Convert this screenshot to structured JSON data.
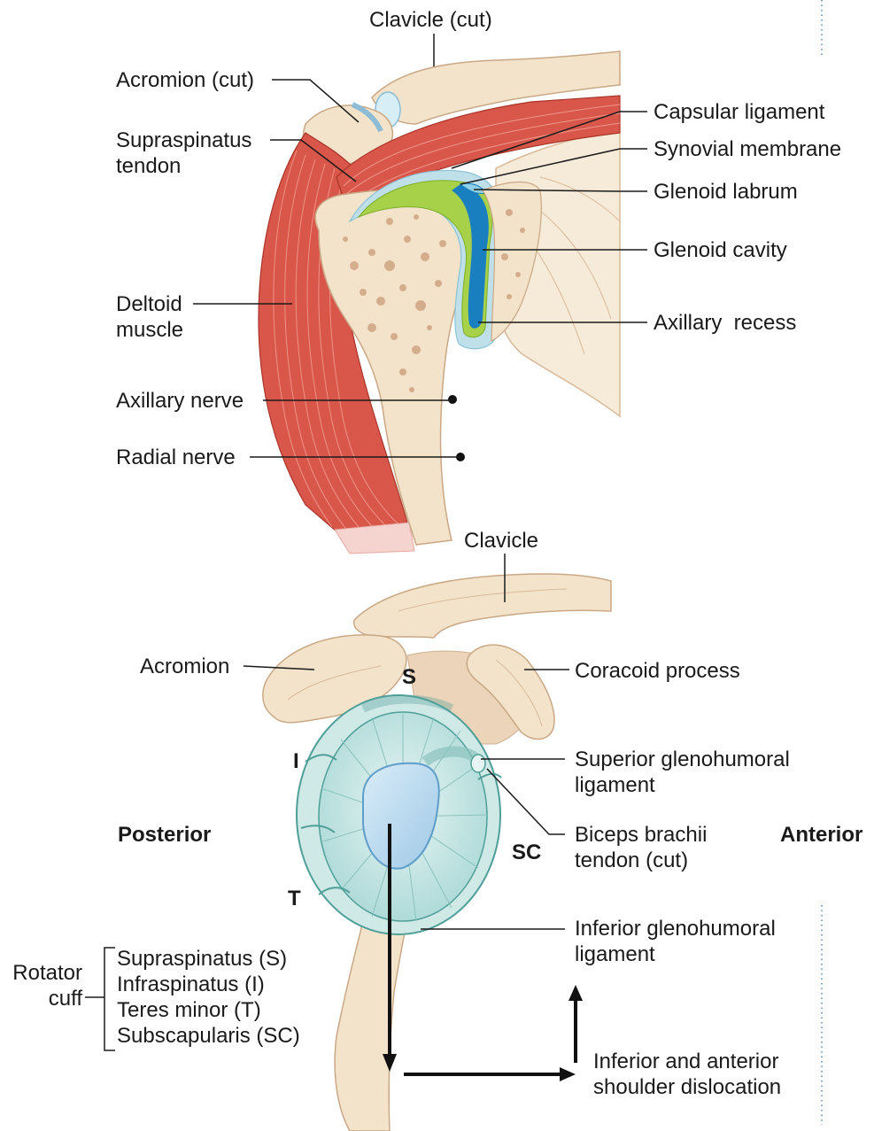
{
  "top_labels": {
    "clavicle_cut": "Clavicle (cut)",
    "acromion_cut": "Acromion (cut)",
    "supraspinatus_tendon": [
      "Supraspinatus",
      "tendon"
    ],
    "deltoid_muscle": [
      "Deltoid",
      "muscle"
    ],
    "axillary_nerve": "Axillary nerve",
    "radial_nerve": "Radial nerve",
    "capsular_ligament": "Capsular ligament",
    "synovial_membrane": "Synovial membrane",
    "glenoid_labrum": "Glenoid labrum",
    "glenoid_cavity": "Glenoid cavity",
    "axillary_recess": "Axillary  recess"
  },
  "bottom_labels": {
    "clavicle": "Clavicle",
    "acromion": "Acromion",
    "coracoid_process": "Coracoid process",
    "superior_glenohumoral_ligament": [
      "Superior glenohumoral",
      "ligament"
    ],
    "biceps_brachii_tendon": [
      "Biceps brachii",
      "tendon (cut)"
    ],
    "inferior_glenohumoral_ligament": [
      "Inferior glenohumoral",
      "ligament"
    ],
    "posterior": "Posterior",
    "anterior": "Anterior",
    "letter_s": "S",
    "letter_i": "I",
    "letter_sc": "SC",
    "letter_t": "T",
    "rotator_cuff": [
      "Rotator",
      "cuff"
    ],
    "cuff_muscles": [
      "Supraspinatus (S)",
      "Infraspinatus (I)",
      "Teres minor (T)",
      "Subscapularis (SC)"
    ],
    "dislocation": [
      "Inferior and anterior",
      "shoulder dislocation"
    ]
  },
  "colors": {
    "bone": "#f3e3cb",
    "bone_edge": "#d9b99a",
    "muscle": "#d9574a",
    "cartilage": "#1a7fbf",
    "capsule": "#bfe0e9",
    "synovial": "#9acb3c",
    "labrum_ring": "#8fcfc9"
  }
}
